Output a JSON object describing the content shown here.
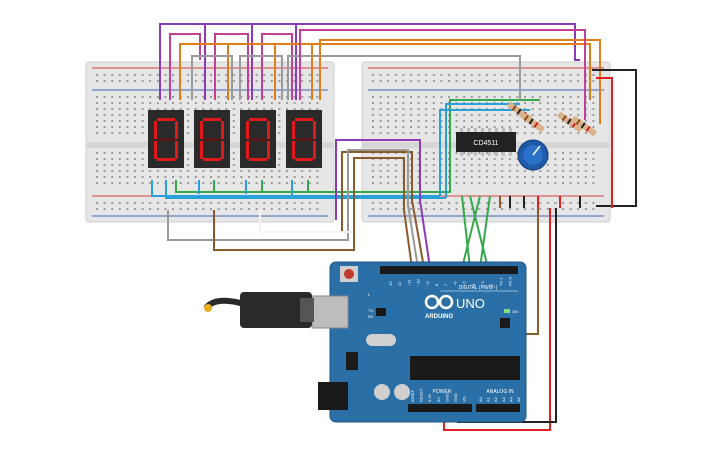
{
  "colors": {
    "background": "#ffffff",
    "breadboard": "#e6e6e6",
    "breadboard_rail_red": "#d24040",
    "breadboard_rail_blue": "#3a66b8",
    "segment_on": "#e01a1a",
    "display_body": "#2a2a2a",
    "arduino_board": "#2a6fa6",
    "ic_body": "#222222",
    "pot_knob": "#1f5aa8",
    "wire_purple": "#8b3bb5",
    "wire_magenta": "#c2409a",
    "wire_orange": "#e07f1a",
    "wire_gray": "#9a9a9a",
    "wire_brown": "#8a5a2b",
    "wire_blue": "#2aa0d8",
    "wire_green": "#34a84a",
    "wire_red": "#e02020",
    "wire_black": "#222222",
    "wire_white": "#f3f3f3"
  },
  "displays": [
    {
      "digit": "0"
    },
    {
      "digit": "0"
    },
    {
      "digit": "0"
    },
    {
      "digit": "0"
    }
  ],
  "ic": {
    "label": "CD4511"
  },
  "arduino": {
    "logo_text": "UNO",
    "brand": "ARDUINO",
    "digital_label": "DIGITAL (PWM~)",
    "power_label": "POWER",
    "analog_label": "ANALOG IN",
    "on_label": "ON",
    "tx_label": "TX",
    "rx_label": "RX",
    "l_label": "L",
    "digital_pins": [
      "13",
      "12",
      "~11",
      "~10",
      "~9",
      "8",
      "7",
      "~6",
      "~5",
      "4",
      "~3",
      "2",
      "TX 1",
      "RX 0"
    ],
    "power_pins": [
      "IOREF",
      "RESET",
      "3.3V",
      "5V",
      "GND",
      "GND",
      "Vin"
    ],
    "analog_pins": [
      "A0",
      "A1",
      "A2",
      "A3",
      "A4",
      "A5"
    ]
  }
}
